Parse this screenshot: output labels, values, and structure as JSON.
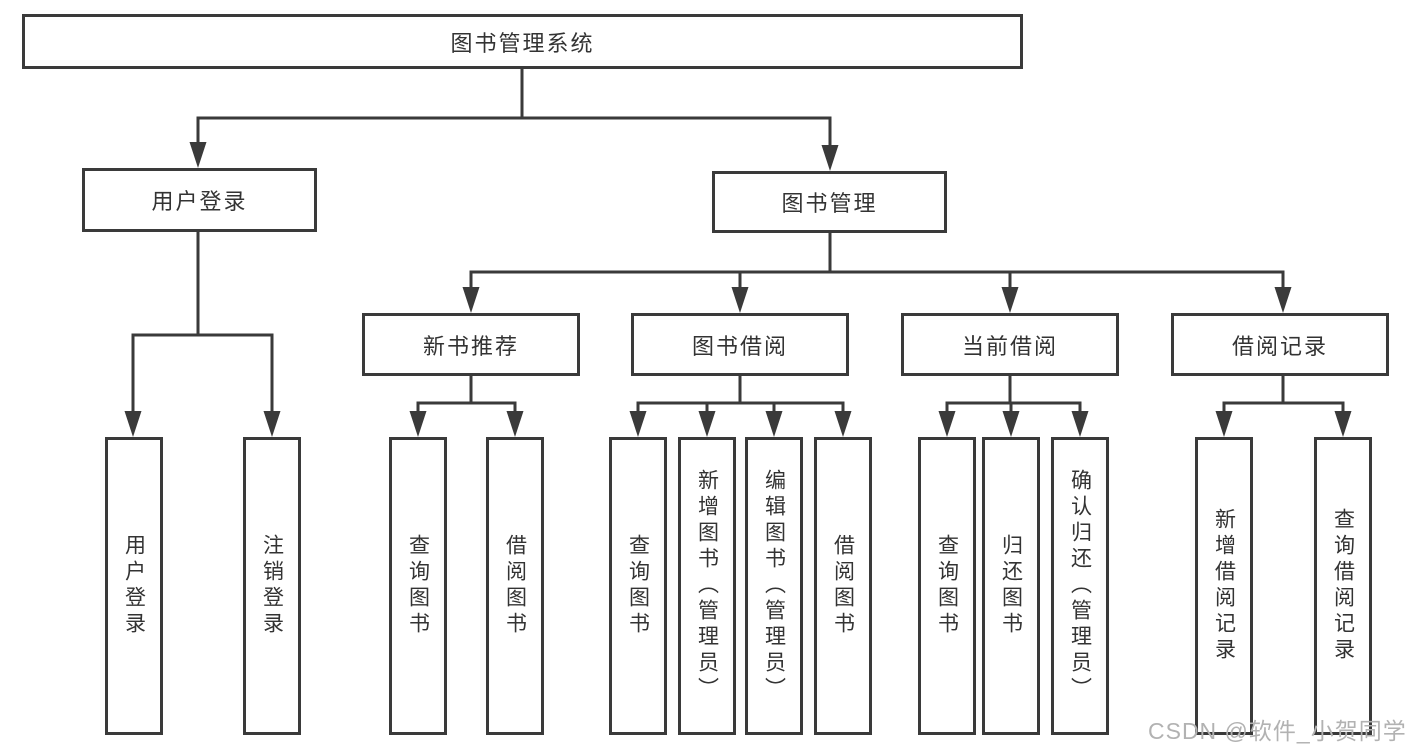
{
  "colors": {
    "line": "#3a3a3a",
    "box_border": "#3a3a3a",
    "text": "#333333",
    "background": "#ffffff",
    "watermark": "#b2b2b2"
  },
  "watermark": {
    "text": "CSDN @软件_小贺同学"
  },
  "tree": {
    "label": "图书管理系统",
    "children": [
      {
        "label": "用户登录",
        "children": [
          {
            "label": "用户登录"
          },
          {
            "label": "注销登录"
          }
        ]
      },
      {
        "label": "图书管理",
        "children": [
          {
            "label": "新书推荐",
            "children": [
              {
                "label": "查询图书"
              },
              {
                "label": "借阅图书"
              }
            ]
          },
          {
            "label": "图书借阅",
            "children": [
              {
                "label": "查询图书"
              },
              {
                "label": "新增图书（管理员）"
              },
              {
                "label": "编辑图书（管理员）"
              },
              {
                "label": "借阅图书"
              }
            ]
          },
          {
            "label": "当前借阅",
            "children": [
              {
                "label": "查询图书"
              },
              {
                "label": "归还图书"
              },
              {
                "label": "确认归还（管理员）"
              }
            ]
          },
          {
            "label": "借阅记录",
            "children": [
              {
                "label": "新增借阅记录"
              },
              {
                "label": "查询借阅记录"
              }
            ]
          }
        ]
      }
    ]
  }
}
